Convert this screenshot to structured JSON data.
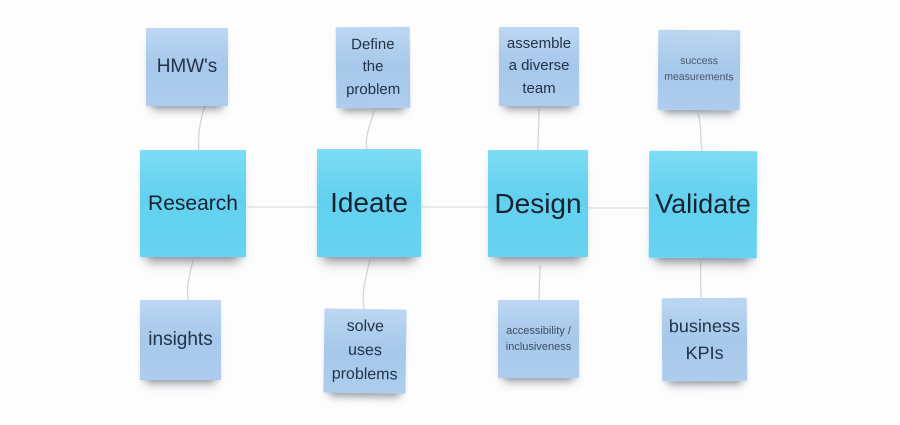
{
  "board": {
    "background": "#fdfdfd",
    "colors": {
      "process_note": "#63d2f0",
      "detail_note": "#abcaec",
      "text_dark": "#1e2d40",
      "text_muted": "#46566c",
      "connector": "#d5d5d5"
    },
    "notes": {
      "hmw": {
        "label": "HMW's"
      },
      "define": {
        "label": "Define the problem"
      },
      "assemble": {
        "label": "assemble a diverse team"
      },
      "success": {
        "label": "success measurements"
      },
      "research": {
        "label": "Research"
      },
      "ideate": {
        "label": "Ideate"
      },
      "design": {
        "label": "Design"
      },
      "validate": {
        "label": "Validate"
      },
      "insights": {
        "label": "insights"
      },
      "solve": {
        "label": "solve uses problems"
      },
      "accessibility": {
        "label": "accessibility / inclusiveness"
      },
      "kpis": {
        "label": "business KPIs"
      }
    }
  }
}
